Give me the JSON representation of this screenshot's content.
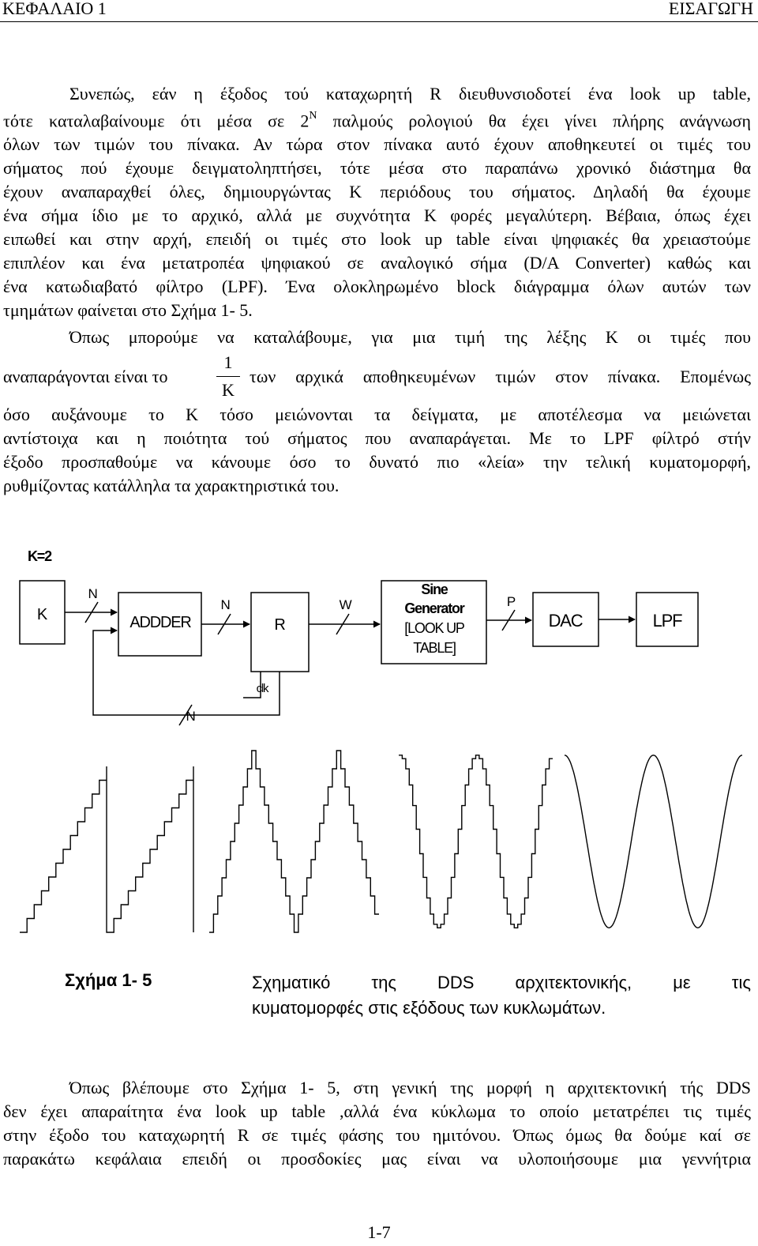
{
  "header": {
    "chapter": "ΚΕΦΑΛΑΙΟ 1",
    "section": "ΕΙΣΑΓΩΓΗ"
  },
  "paragraph1": {
    "lines": [
      "Συνεπώς, εάν η έξοδος τού καταχωρητή R διευθυνσιοδοτεί ένα look up table,",
      "",
      "όλων των τιμών του πίνακα. Αν τώρα στον πίνακα αυτό έχουν αποθηκευτεί οι τιμές του",
      "σήματος πού έχουμε δειγματοληπτήσει, τότε μέσα στο παραπάνω χρονικό διάστημα θα",
      "έχουν αναπαραχθεί όλες, δημιουργώντας Κ περιόδους του σήματος. Δηλαδή θα έχουμε",
      "ένα σήμα ίδιο με το αρχικό, αλλά με συχνότητα Κ φορές μεγαλύτερη. Βέβαια, όπως έχει",
      "ειπωθεί και στην αρχή, επειδή οι τιμές στο look up table είναι ψηφιακές θα χρειαστούμε",
      "επιπλέον και ένα μετατροπέα ψηφιακού σε αναλογικό σήμα (D/A Converter) καθώς και",
      "ένα κατωδιαβατό φίλτρο (LPF). Ένα ολοκληρωμένο block διάγραμμα όλων αυτών των",
      "τμημάτων φαίνεται στο Σχήμα 1- 5."
    ],
    "line2_before": "τότε καταλαβαίνουμε ότι μέσα σε 2",
    "line2_sup": "N",
    "line2_after": " παλμούς ρολογιού θα έχει γίνει πλήρης ανάγνωση"
  },
  "paragraph2": {
    "first_line": "Όπως μπορούμε να καταλάβουμε, για μια τιμή της λέξης Κ οι τιμές που",
    "frac_left": "αναπαράγονται είναι το",
    "frac_num": "1",
    "frac_den": "K",
    "frac_right": "των αρχικά αποθηκευμένων τιμών στον πίνακα. Επομένως",
    "lines": [
      "όσο αυξάνουμε το Κ τόσο μειώνονται τα δείγματα, με αποτέλεσμα να μειώνεται",
      "αντίστοιχα και η ποιότητα τού σήματος που αναπαράγεται. Με το LPF φίλτρό στήν",
      "έξοδο προσπαθούμε να κάνουμε όσο το δυνατό πιο «λεία» την τελική κυματομορφή,",
      "ρυθμίζοντας κατάλληλα τα χαρακτηριστικά του."
    ]
  },
  "diagram": {
    "k_value_label": "K=2",
    "blocks": {
      "k": "K",
      "adder": "ADDDER",
      "register": "R",
      "sine_lines": [
        "Sine",
        "Generator",
        "[LOOK UP",
        "TABLE]"
      ],
      "dac": "DAC",
      "lpf": "LPF"
    },
    "bus_labels": {
      "n1": "N",
      "n2": "N",
      "w": "W",
      "p": "P",
      "n_feedback": "N",
      "clk": "clk"
    }
  },
  "caption": {
    "label": "Σχήμα 1- 5",
    "lines": [
      "Σχηματικό της DDS αρχιτεκτονικής, με τις",
      "κυματομορφές στις εξόδους των κυκλωμάτων."
    ]
  },
  "paragraph3": {
    "lines": [
      "Όπως βλέπουμε στο Σχήμα 1- 5, στη γενική της μορφή η αρχιτεκτονική τής DDS",
      "δεν έχει απαραίτητα ένα look up table ,αλλά ένα κύκλωμα το οποίο μετατρέπει τις τιμές",
      "στην έξοδο του καταχωρητή R σε τιμές φάσης του ημιτόνου. Όπως όμως θα δούμε καί σε",
      "παρακάτω κεφάλαια επειδή οι προσδοκίες μας είναι να υλοποιήσουμε μια γεννήτρια"
    ]
  },
  "page_number": "1-7"
}
